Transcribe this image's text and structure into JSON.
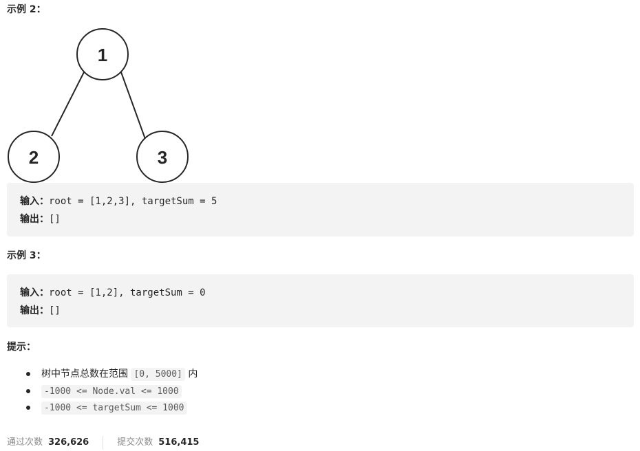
{
  "example2": {
    "heading": "示例 2：",
    "tree_nodes": [
      "1",
      "2",
      "3"
    ],
    "input_label": "输入：",
    "input_code": "root = [1,2,3], targetSum = 5",
    "output_label": "输出：",
    "output_code": "[]"
  },
  "example3": {
    "heading": "示例 3：",
    "input_label": "输入：",
    "input_code": "root = [1,2], targetSum = 0",
    "output_label": "输出：",
    "output_code": "[]"
  },
  "hints": {
    "heading": "提示：",
    "items": [
      {
        "text_before": "树中节点总数在范围 ",
        "code": "[0, 5000]",
        "text_after": " 内"
      },
      {
        "text_before": "",
        "code": "-1000 <= Node.val <= 1000",
        "text_after": ""
      },
      {
        "text_before": "",
        "code": "-1000 <= targetSum <= 1000",
        "text_after": ""
      }
    ]
  },
  "stats": {
    "accepted_label": "通过次数",
    "accepted_value": "326,626",
    "submitted_label": "提交次数",
    "submitted_value": "516,415"
  }
}
